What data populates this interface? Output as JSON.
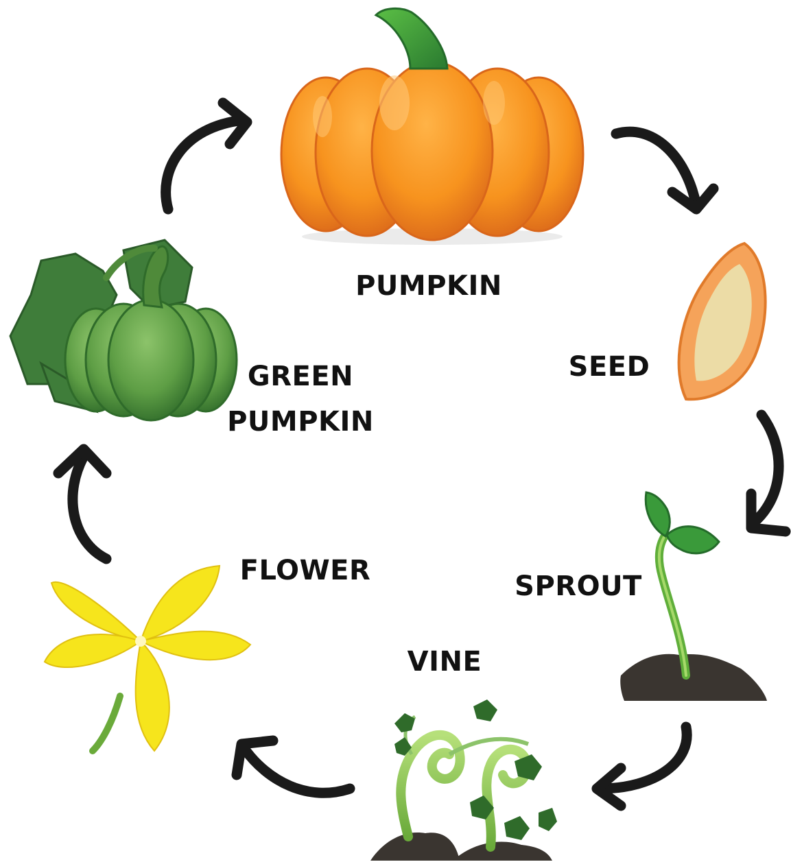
{
  "diagram": {
    "stages": [
      {
        "id": "pumpkin",
        "label_lines": [
          "PUMPKIN"
        ]
      },
      {
        "id": "seed",
        "label_lines": [
          "SEED"
        ]
      },
      {
        "id": "sprout",
        "label_lines": [
          "SPROUT"
        ]
      },
      {
        "id": "vine",
        "label_lines": [
          "VINE"
        ]
      },
      {
        "id": "flower",
        "label_lines": [
          "FLOWER"
        ]
      },
      {
        "id": "green-pumpkin",
        "label_lines": [
          "GREEN",
          "PUMPKIN"
        ]
      }
    ],
    "colors": {
      "arrow": "#1a1a1a",
      "pumpkin_orange": "#f7931e",
      "pumpkin_dark": "#e0701a",
      "stem_green": "#3a9a3a",
      "seed_shell": "#f5a35a",
      "seed_inner": "#ecdca6",
      "leaf_green": "#2f8a3a",
      "soil": "#3a3530",
      "flower_yellow": "#f6e51c",
      "green_pumpkin": "#5e9e45"
    },
    "icons": [
      "pumpkin-icon",
      "seed-icon",
      "sprout-icon",
      "vine-icon",
      "flower-icon",
      "green-pumpkin-icon",
      "cycle-arrow-icon"
    ]
  }
}
